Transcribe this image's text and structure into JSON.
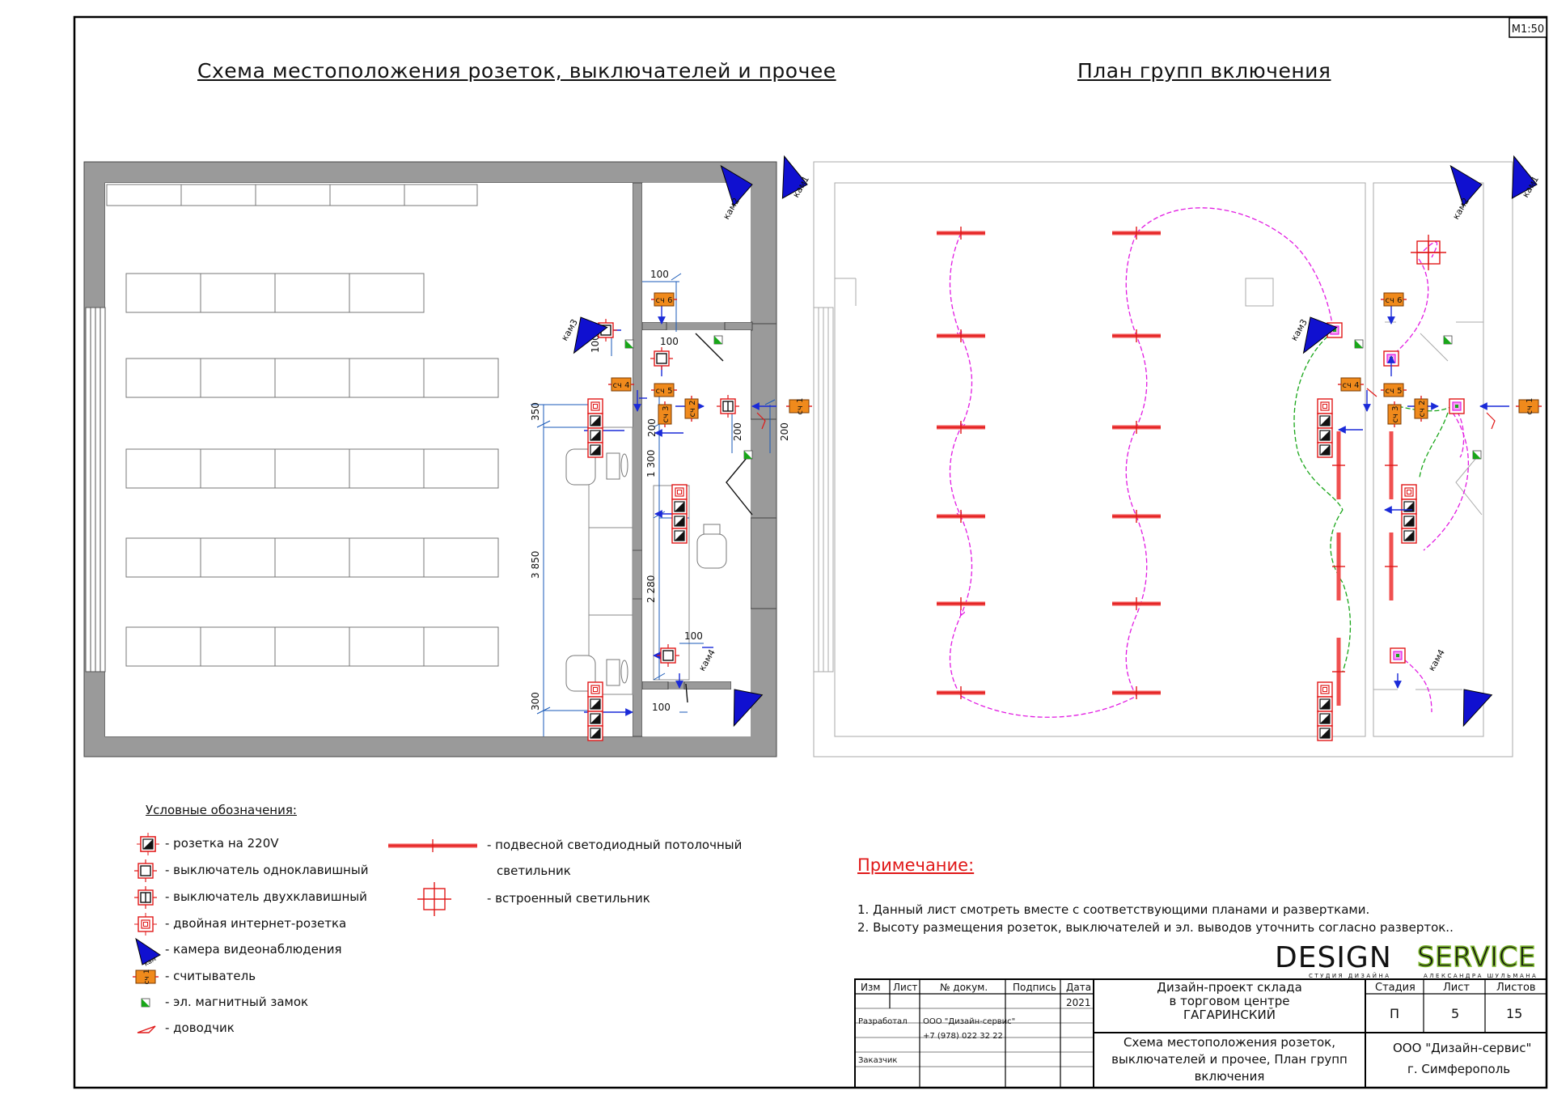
{
  "scale": "М1:50",
  "titles": {
    "left": "Схема местоположения розеток, выключателей и прочее",
    "right": "План групп включения"
  },
  "cameras": [
    "кам1",
    "кам2",
    "кам3",
    "кам4"
  ],
  "readers": [
    "сч 1",
    "сч 2",
    "сч 3",
    "сч 4",
    "сч 5",
    "сч 6"
  ],
  "dimensions": [
    "100",
    "100",
    "100",
    "100",
    "100",
    "200",
    "200",
    "200",
    "350",
    "3 850",
    "1 300",
    "2 280",
    "300"
  ],
  "legend": {
    "title": "Условные обозначения:",
    "items": [
      "- розетка на 220V",
      "- выключатель одноклавишный",
      "- выключатель двухклавишный",
      "- двойная интернет-розетка",
      "- камера видеонаблюдения",
      "- считыватель",
      "- эл. магнитный замок",
      "- доводчик"
    ],
    "light_items": [
      "- подвесной светодиодный потолочный",
      "светильник",
      "- встроенный светильник"
    ],
    "cam_label": "кам",
    "reader_label": "сч 1"
  },
  "notes": {
    "title": "Примечание:",
    "lines": [
      "1. Данный лист смотреть вместе с соответствующими планами и развертками.",
      "2. Высоту размещения розеток, выключателей и эл. выводов уточнить согласно разверток.."
    ]
  },
  "logo": {
    "design": "DESIGN",
    "service": "SERVICE",
    "sub_left": "СТУДИЯ ДИЗАЙНА",
    "sub_right": "АЛЕКСАНДРА ШУЛЬМАНА"
  },
  "stamp": {
    "headers": [
      "Изм",
      "Лист",
      "№ докум.",
      "Подпись",
      "Дата"
    ],
    "date": "2021",
    "role_dev": "Разработал",
    "role_client": "Заказчик",
    "company_short": "ООО \"Дизайн-сервис\"",
    "phone": "+7 (978) 022 32 22",
    "project": [
      "Дизайн-проект склада",
      "в торговом центре",
      "ГАГАРИНСКИЙ"
    ],
    "sheet_title": [
      "Схема местоположения розеток,",
      "выключателей и прочее, План групп",
      "включения"
    ],
    "stage_h": "Стадия",
    "sheet_h": "Лист",
    "sheets_h": "Листов",
    "stage": "П",
    "sheet": "5",
    "sheets": "15",
    "company": "ООО \"Дизайн-сервис\"",
    "city": "г. Симферополь"
  }
}
